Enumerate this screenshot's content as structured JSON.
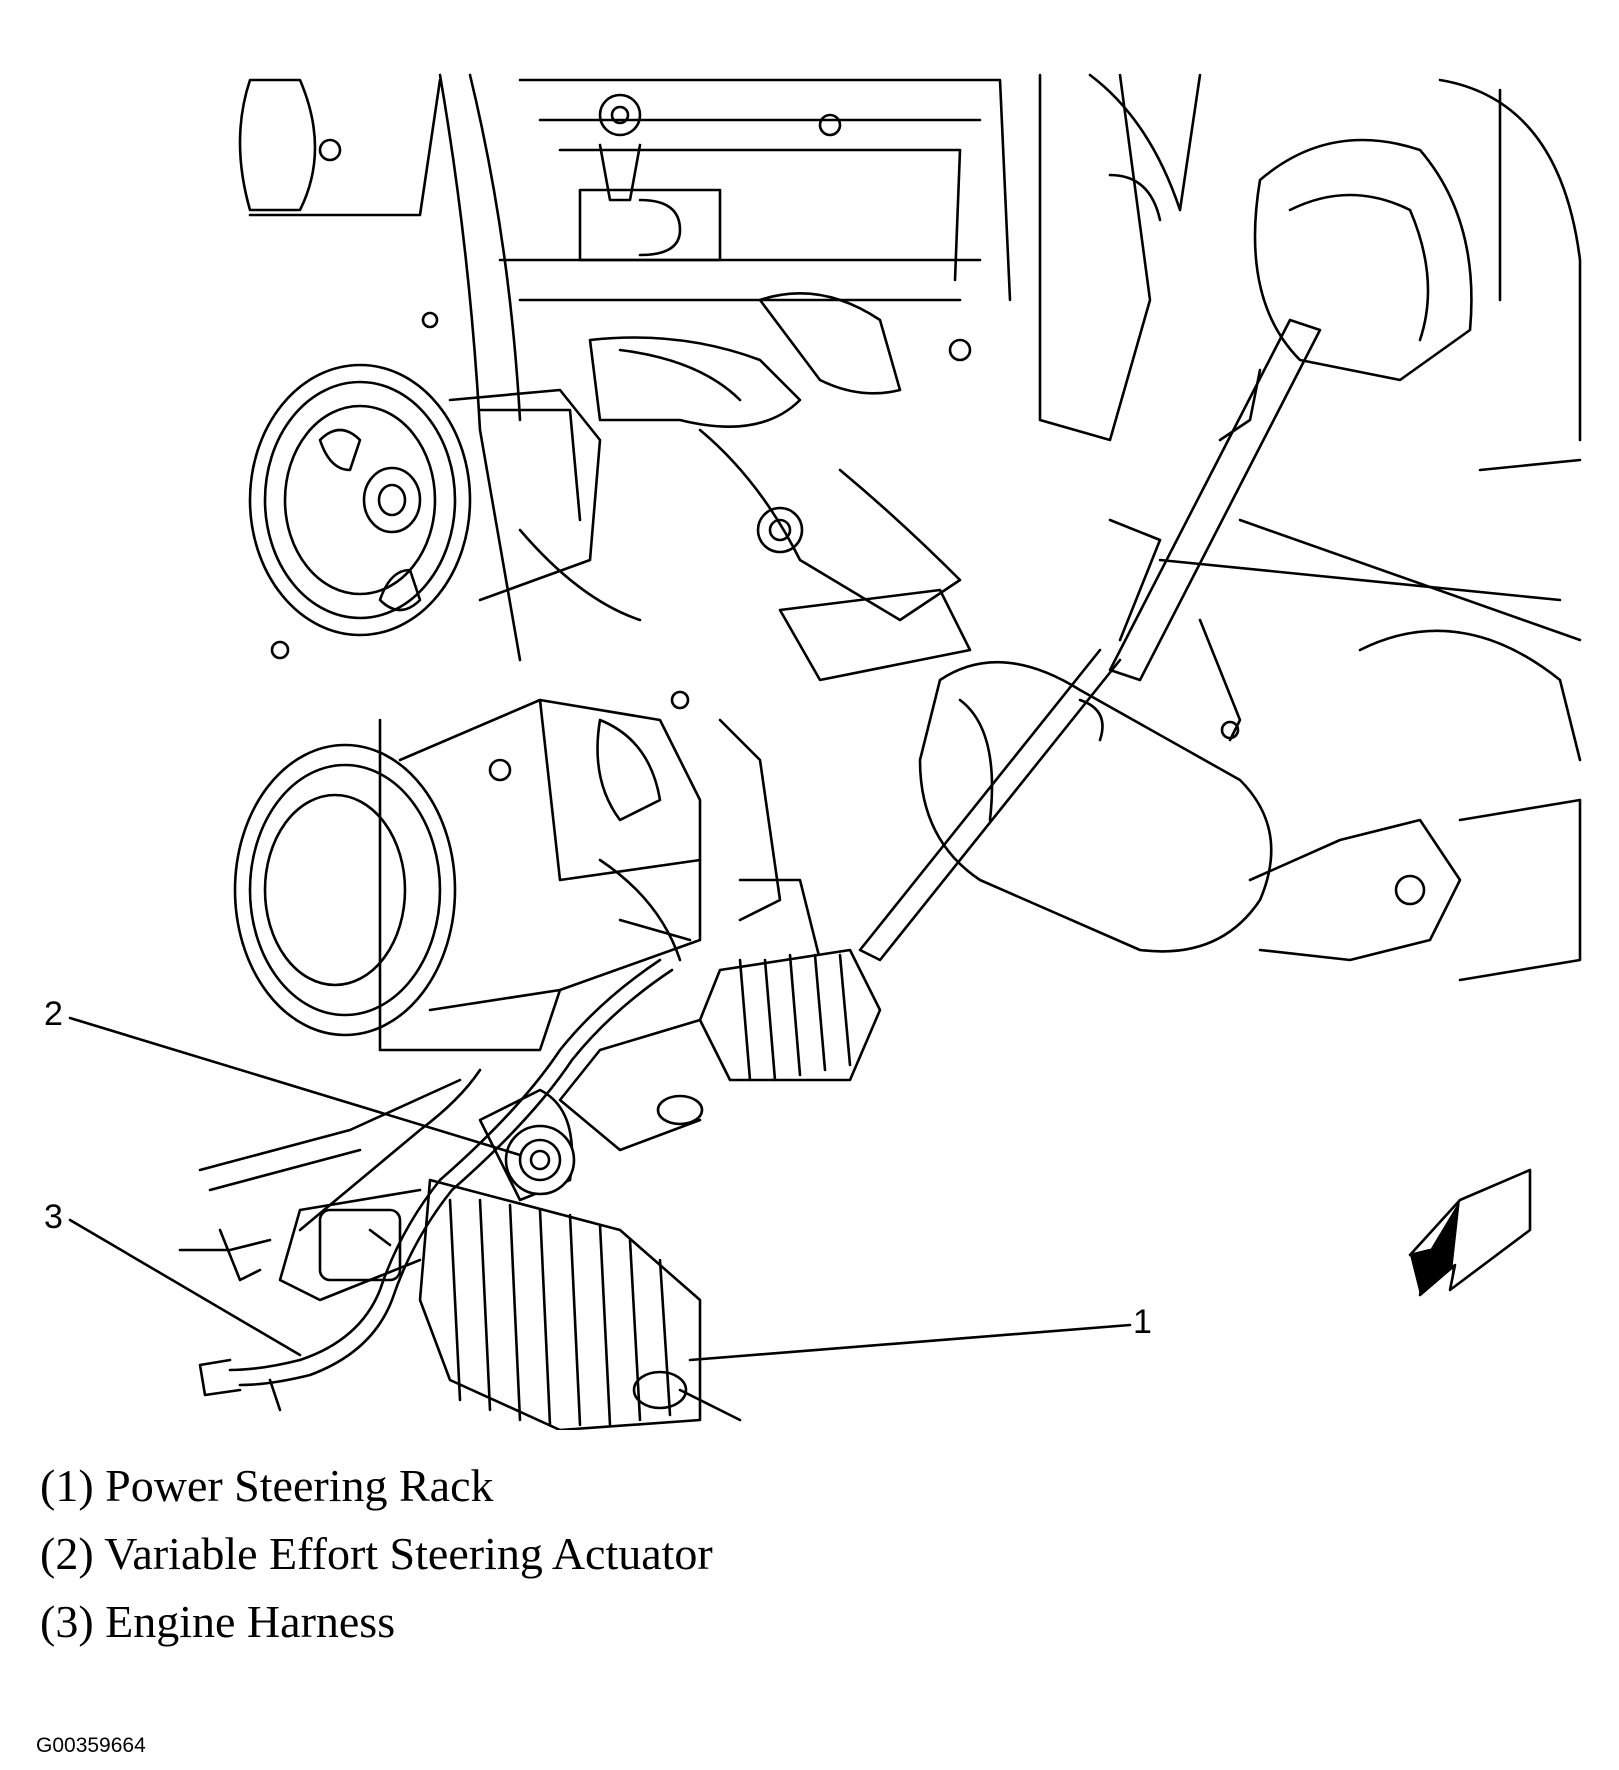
{
  "callouts": [
    {
      "num": "1"
    },
    {
      "num": "2"
    },
    {
      "num": "3"
    }
  ],
  "legend": [
    {
      "text": "(1) Power Steering Rack"
    },
    {
      "text": "(2) Variable Effort Steering Actuator"
    },
    {
      "text": "(3) Engine Harness"
    }
  ],
  "figure_id": "G00359664",
  "icons": {
    "direction_arrow": "front-direction-arrow-icon"
  }
}
